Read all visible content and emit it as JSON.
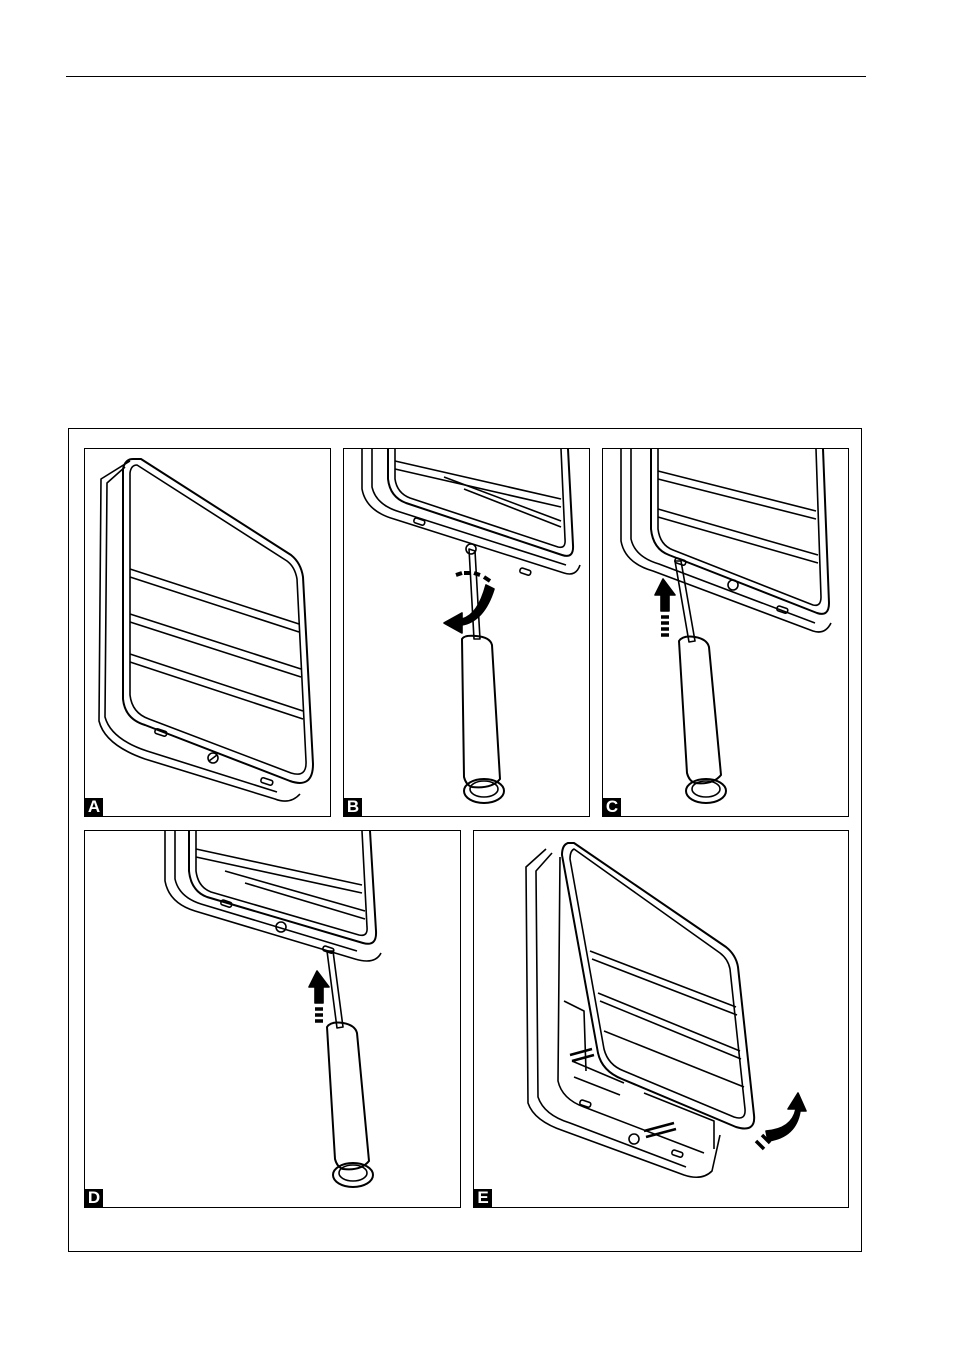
{
  "panels": [
    {
      "id": "A",
      "label": "A",
      "step": "closed-housing"
    },
    {
      "id": "B",
      "label": "B",
      "step": "turn-screw"
    },
    {
      "id": "C",
      "label": "C",
      "step": "lever-left-tab"
    },
    {
      "id": "D",
      "label": "D",
      "step": "lever-right-tab"
    },
    {
      "id": "E",
      "label": "E",
      "step": "lift-cover"
    }
  ],
  "icons": [
    "screwdriver-icon",
    "rotate-arrow-icon",
    "up-arrow-icon",
    "housing-illustration"
  ],
  "colors": {
    "line": "#000000",
    "background": "#ffffff"
  }
}
